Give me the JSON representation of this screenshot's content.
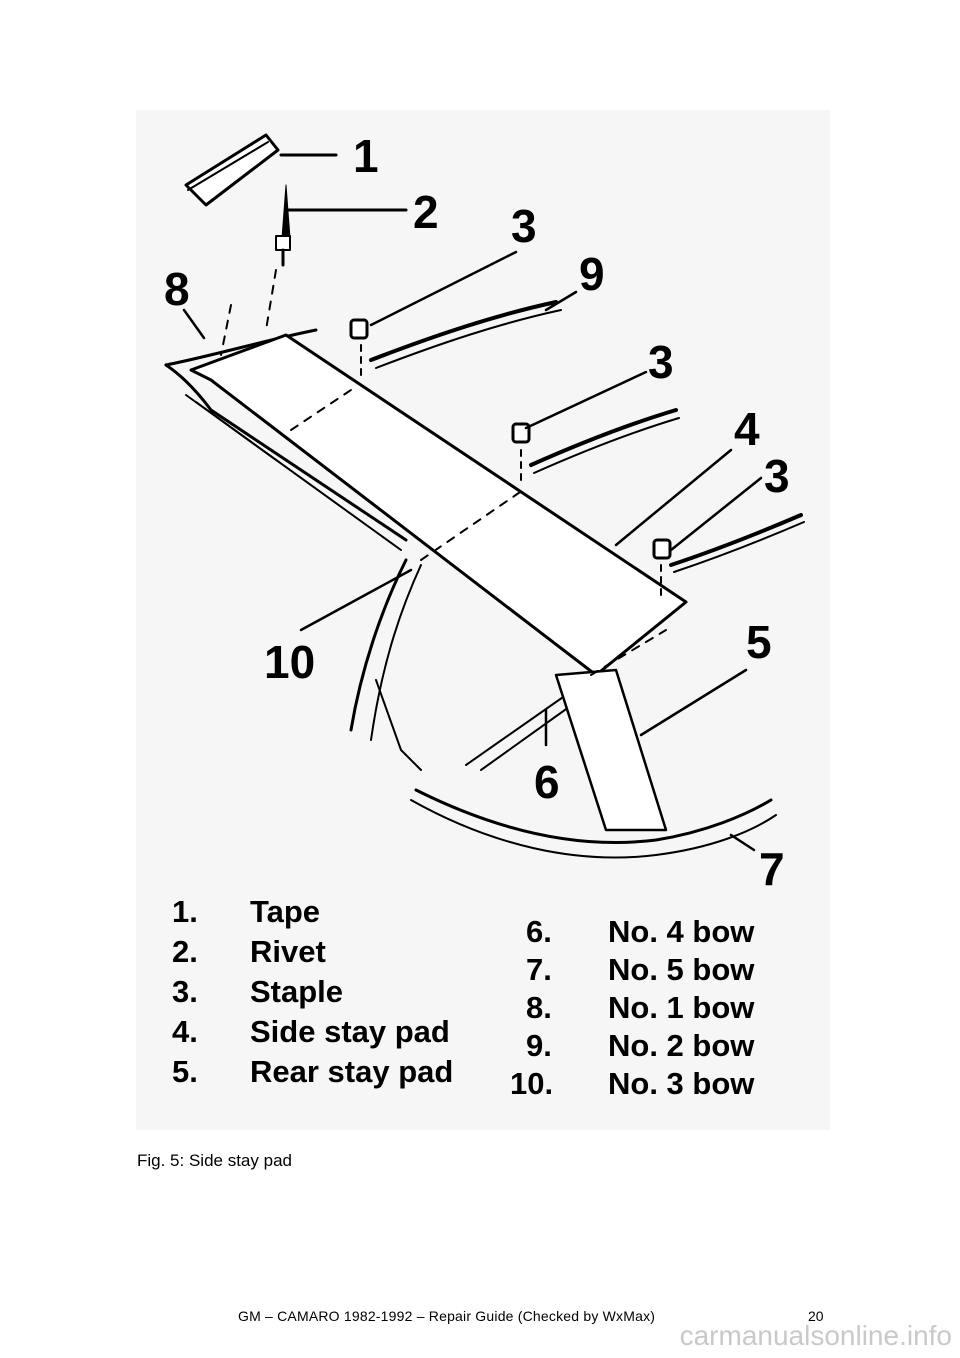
{
  "figure": {
    "callouts": [
      "1",
      "2",
      "3",
      "9",
      "8",
      "3",
      "4",
      "3",
      "10",
      "5",
      "6",
      "7"
    ],
    "legend_left": [
      {
        "num": "1.",
        "label": "Tape"
      },
      {
        "num": "2.",
        "label": "Rivet"
      },
      {
        "num": "3.",
        "label": "Staple"
      },
      {
        "num": "4.",
        "label": "Side stay pad"
      },
      {
        "num": "5.",
        "label": "Rear stay pad"
      }
    ],
    "legend_right": [
      {
        "num": "6.",
        "label": "No. 4 bow"
      },
      {
        "num": "7.",
        "label": "No. 5 bow"
      },
      {
        "num": "8.",
        "label": "No. 1 bow"
      },
      {
        "num": "9.",
        "label": "No. 2 bow"
      },
      {
        "num": "10.",
        "label": "No. 3 bow"
      }
    ]
  },
  "caption": "Fig. 5: Side stay pad",
  "footer": {
    "text": "GM – CAMARO 1982-1992 – Repair Guide (Checked by WxMax)",
    "page": "20"
  },
  "watermark": "carmanualsonline.info"
}
